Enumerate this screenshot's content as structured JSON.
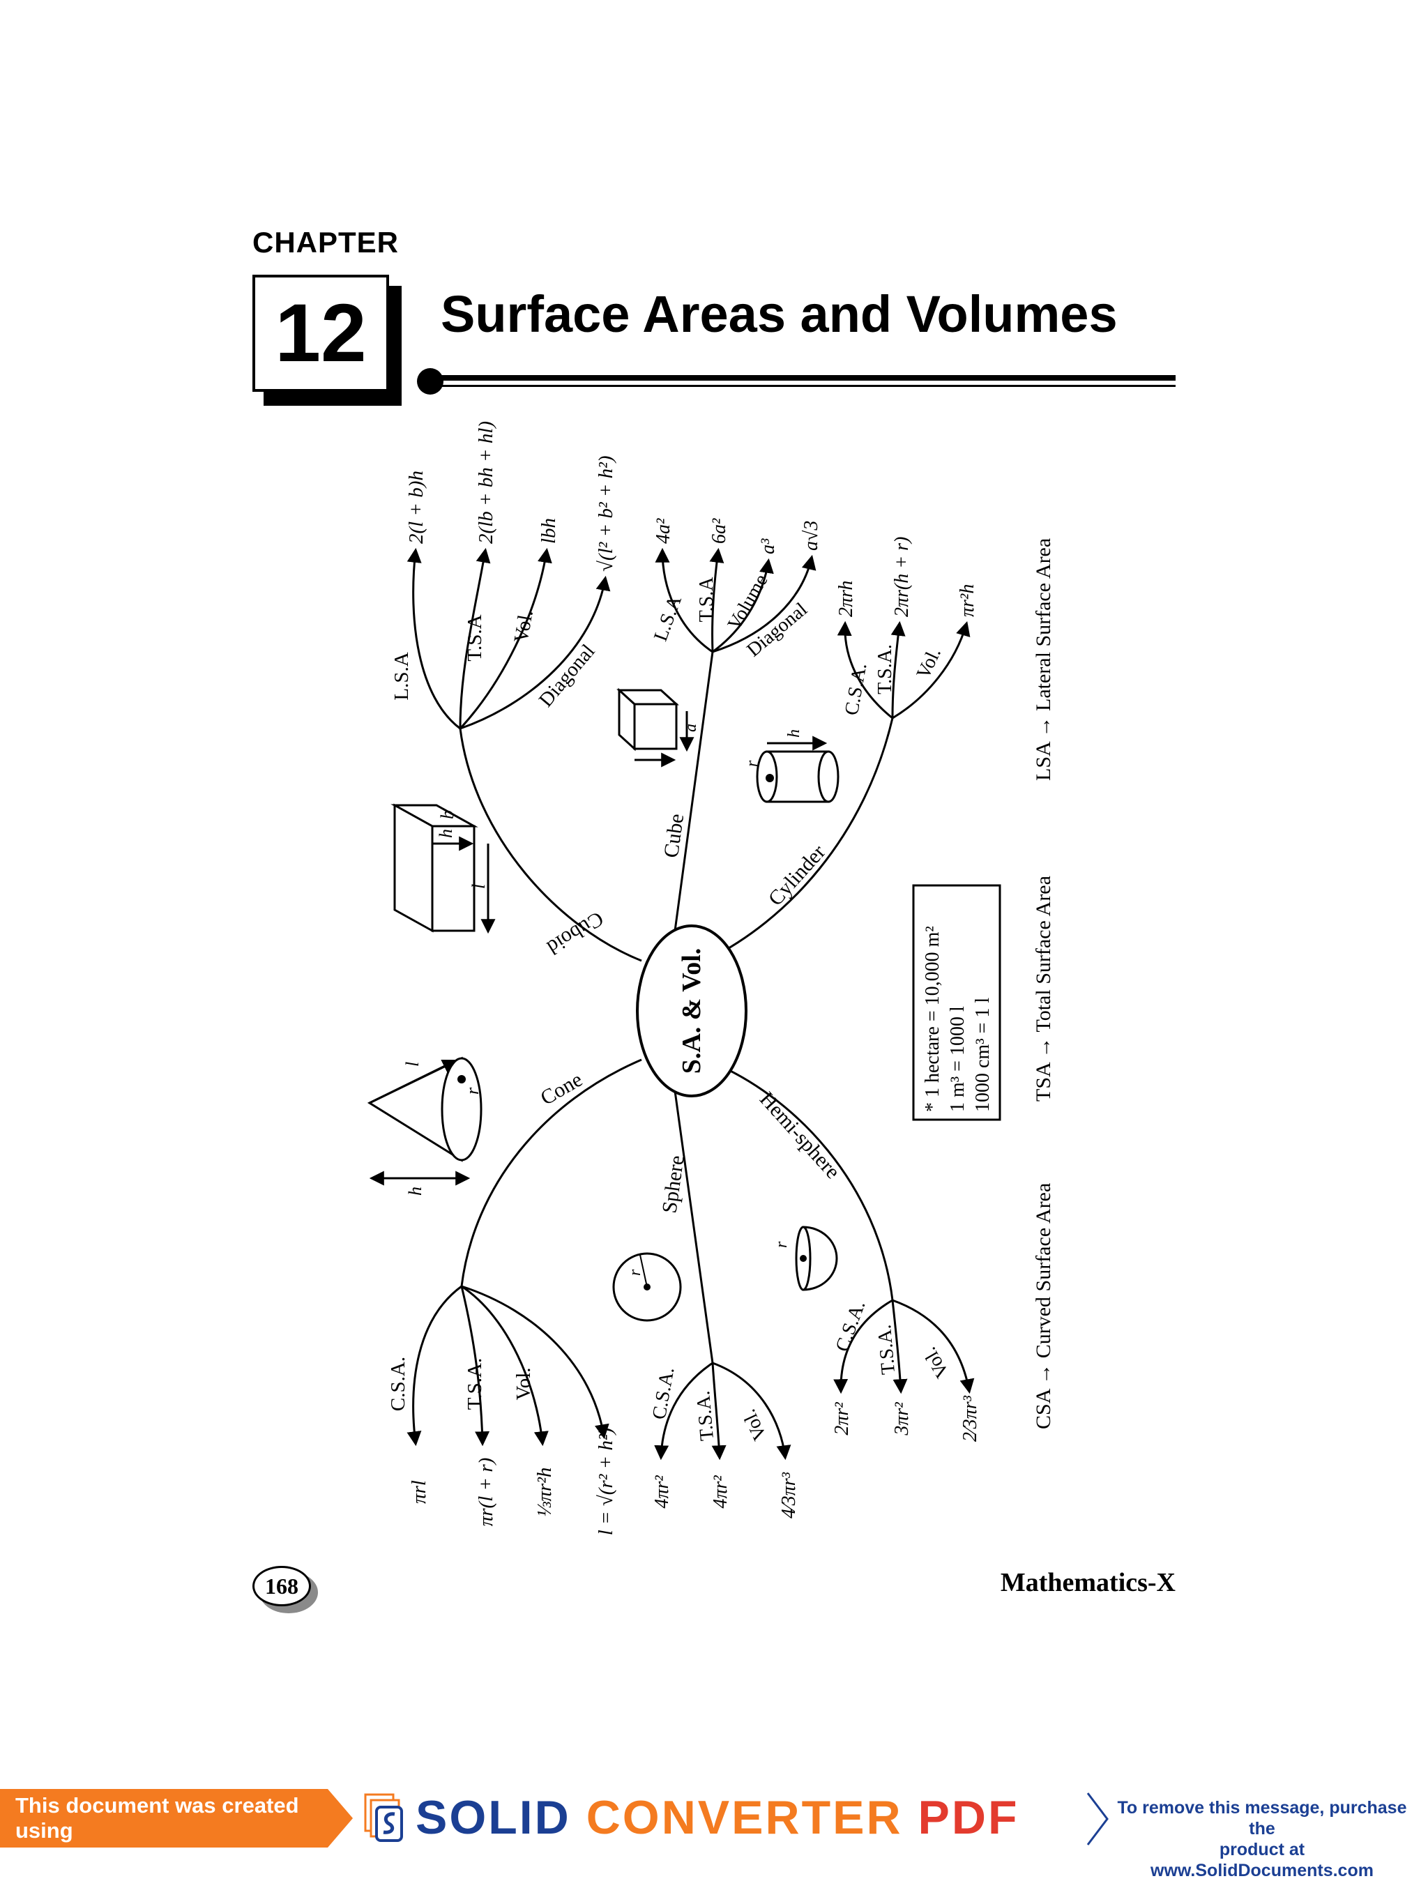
{
  "header": {
    "chapter_label": "CHAPTER",
    "chapter_number": "12",
    "title": "Surface Areas and Volumes"
  },
  "mindmap": {
    "center": "S.A. & Vol.",
    "branches": {
      "cuboid": "Cuboid",
      "cube": "Cube",
      "cylinder": "Cylinder",
      "cone": "Cone",
      "sphere": "Sphere",
      "hemisphere": "Hemi-sphere"
    },
    "cuboid_items": [
      {
        "label": "L.S.A",
        "formula": "2(l + b)h"
      },
      {
        "label": "T.S.A",
        "formula": "2(lb + bh + hl)"
      },
      {
        "label": "Vol.",
        "formula": "lbh"
      },
      {
        "label": "Diagonal",
        "formula": "√(l² + b² + h²)"
      }
    ],
    "cube_items": [
      {
        "label": "L.S.A",
        "formula": "4a²"
      },
      {
        "label": "T.S.A",
        "formula": "6a²"
      },
      {
        "label": "Volume",
        "formula": "a³"
      },
      {
        "label": "Diagonal",
        "formula": "a√3"
      }
    ],
    "cylinder_items": [
      {
        "label": "C.S.A.",
        "formula": "2πrh"
      },
      {
        "label": "T.S.A.",
        "formula": "2πr(h + r)"
      },
      {
        "label": "Vol.",
        "formula": "πr²h"
      }
    ],
    "cone_items": [
      {
        "label": "C.S.A.",
        "formula": "πrl"
      },
      {
        "label": "T.S.A.",
        "formula": "πr(l + r)"
      },
      {
        "label": "Vol.",
        "formula": "⅓πr²h"
      },
      {
        "label": "",
        "formula": "l = √(r² + h²)"
      }
    ],
    "sphere_items": [
      {
        "label": "C.S.A.",
        "formula": "4πr²"
      },
      {
        "label": "T.S.A.",
        "formula": "4πr²"
      },
      {
        "label": "Vol.",
        "formula": "4⁄3πr³"
      }
    ],
    "hemisphere_items": [
      {
        "label": "C.S.A.",
        "formula": "2πr²"
      },
      {
        "label": "T.S.A.",
        "formula": "3πr²"
      },
      {
        "label": "Vol.",
        "formula": "2⁄3πr³"
      }
    ],
    "note": [
      "* 1 hectare = 10,000 m²",
      "1 m³ = 1000 l",
      "1000 cm³ = 1 l"
    ],
    "legend": [
      "CSA → Curved Surface Area",
      "TSA → Total Surface Area",
      "LSA → Lateral Surface Area"
    ],
    "dim_labels": {
      "l": "l",
      "b": "b",
      "h": "h",
      "a": "a",
      "r": "r"
    }
  },
  "footer": {
    "page_number": "168",
    "subject": "Mathematics-X"
  },
  "banner": {
    "left_text": "This document was created using",
    "brand_1": "SOLID ",
    "brand_2": "CONVERTER ",
    "brand_3": "PDF",
    "right_line1": "To remove this message, purchase the",
    "right_line2": "product at www.SolidDocuments.com"
  }
}
